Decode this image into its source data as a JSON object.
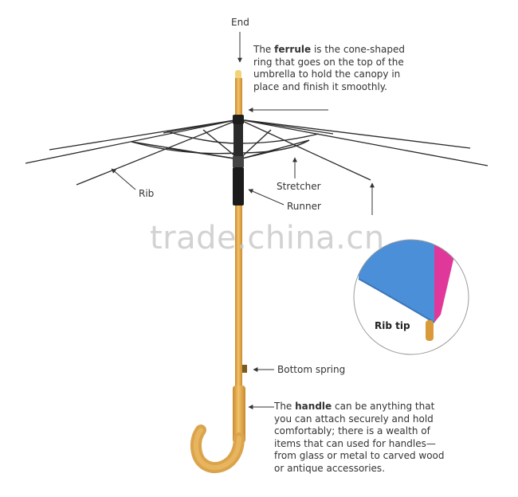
{
  "labels": {
    "end": "End",
    "rib": "Rib",
    "stretcher": "Stretcher",
    "runner": "Runner",
    "bottom_spring": "Bottom spring",
    "rib_tip": "Rib tip"
  },
  "ferrule_note": {
    "pre": "The ",
    "bold": "ferrule",
    "post": " is the cone-shaped ring that goes on the top of the umbrella to hold the canopy in place and finish it smoothly."
  },
  "handle_note": {
    "pre": "The ",
    "bold": "handle",
    "post": " can be anything that you can attach securely and hold comfortably; there is a wealth of items that can used for handles— from glass or metal to carved wood or antique accessories."
  },
  "watermark": "trade.china.cn",
  "colors": {
    "shaft": "#e0a848",
    "frame": "#2a2a2a",
    "canopy_blue": "#4a8fd8",
    "canopy_pink": "#e0389a",
    "leader": "#333333"
  }
}
